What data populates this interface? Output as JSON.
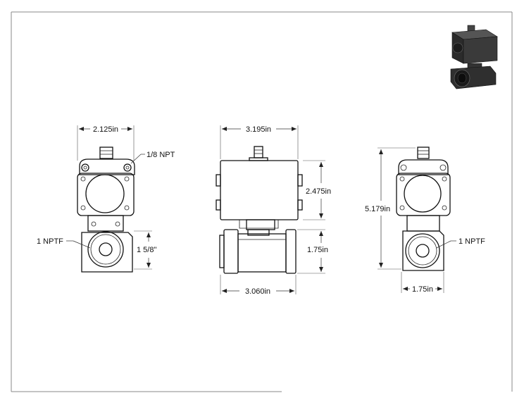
{
  "labels": {
    "front_width": "2.125in",
    "port_npt": "1/8 NPT",
    "front_npt": "1 NPTF",
    "front_height": "1 5/8\"",
    "top_width": "3.195in",
    "actuator_height": "2.475in",
    "body_height": "1.75in",
    "body_width": "3.060in",
    "side_total_height": "5.179in",
    "side_npt": "1 NPTF",
    "side_width": "1.75in"
  },
  "colors": {
    "line": "#111111",
    "actuator_dark": "#2b2b2b",
    "body_dark": "#3a3a3a"
  }
}
